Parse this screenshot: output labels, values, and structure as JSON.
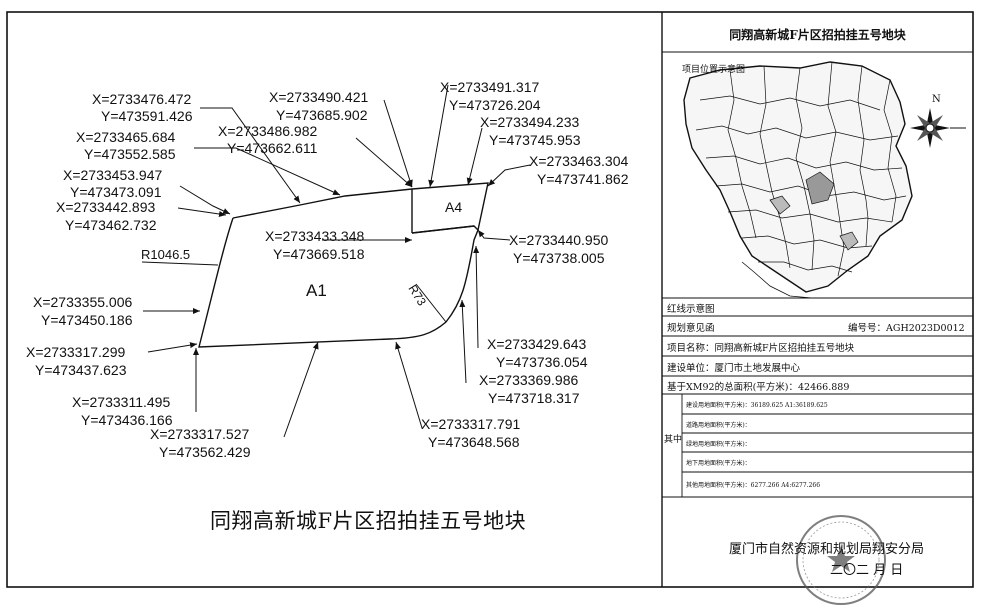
{
  "title": "同翔高新城F片区招拍挂五号地块",
  "panel": {
    "title": "同翔高新城F片区招拍挂五号地块",
    "map_caption": "项目位置示意图",
    "north_label": "N",
    "section_red_line": "红线示意图",
    "row_opinion": "规划意见函",
    "row_opinion_no": "编号号：AGH2023D0012",
    "row_project": "项目名称：同翔高新城F片区招拍挂五号地块",
    "row_builder": "建设单位：厦门市土地发展中心",
    "row_total_area": "基于XM92的总面积(平方米)：42466.889",
    "row_qizhong": "其中",
    "sub_rows": [
      "建设用地面积(平方米)：36189.625  A1:36189.625",
      "道路用地面积(平方米)：",
      "绿地用地面积(平方米)：",
      "地下用地面积(平方米)：",
      "其他用地面积(平方米)：6277.266  A4:6277.266"
    ],
    "department": "厦门市自然资源和规划局翔安分局",
    "date": "二〇二  月  日",
    "colors": {
      "ink": "#111111",
      "stamp": "#555555"
    },
    "icons": [
      "north-arrow-icon",
      "official-seal-icon"
    ]
  },
  "drawing": {
    "parcel_a1": "A1",
    "parcel_a4": "A4",
    "curve_r1": "R1046.5",
    "curve_r2": "R73",
    "coords": [
      {
        "x": "X=2733476.472",
        "y": "Y=473591.426"
      },
      {
        "x": "X=2733465.684",
        "y": "Y=473552.585"
      },
      {
        "x": "X=2733453.947",
        "y": "Y=473473.091"
      },
      {
        "x": "X=2733442.893",
        "y": "Y=473462.732"
      },
      {
        "x": "X=2733490.421",
        "y": "Y=473685.902"
      },
      {
        "x": "X=2733486.982",
        "y": "Y=473662.611"
      },
      {
        "x": "X=2733491.317",
        "y": "Y=473726.204"
      },
      {
        "x": "X=2733494.233",
        "y": "Y=473745.953"
      },
      {
        "x": "X=2733463.304",
        "y": "Y=473741.862"
      },
      {
        "x": "X=2733433.348",
        "y": "Y=473669.518"
      },
      {
        "x": "X=2733440.950",
        "y": "Y=473738.005"
      },
      {
        "x": "X=2733355.006",
        "y": "Y=473450.186"
      },
      {
        "x": "X=2733317.299",
        "y": "Y=473437.623"
      },
      {
        "x": "X=2733429.643",
        "y": "Y=473736.054"
      },
      {
        "x": "X=2733369.986",
        "y": "Y=473718.317"
      },
      {
        "x": "X=2733311.495",
        "y": "Y=473436.166"
      },
      {
        "x": "X=2733317.527",
        "y": "Y=473562.429"
      },
      {
        "x": "X=2733317.791",
        "y": "Y=473648.568"
      }
    ]
  }
}
